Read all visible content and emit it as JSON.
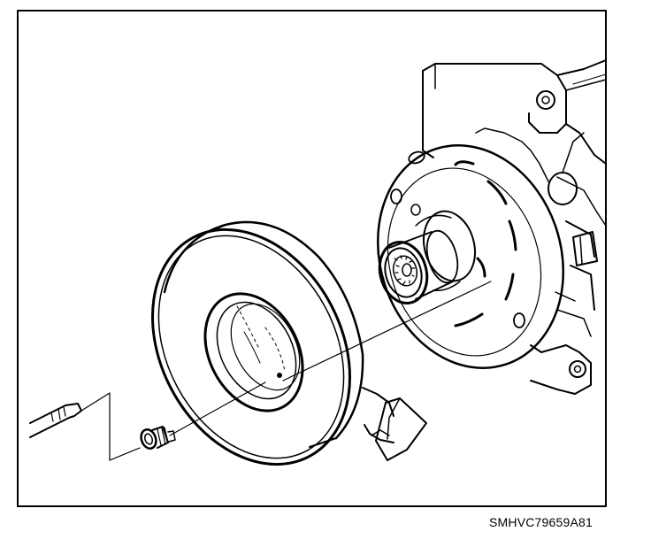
{
  "figure": {
    "code": "SMHVC79659A81",
    "line_color": "#000000",
    "background": "#ffffff",
    "parts": [
      "compressor-body",
      "clutch-hub-shaft",
      "field-coil",
      "retaining-screw",
      "screwdriver",
      "harness-connector"
    ]
  }
}
